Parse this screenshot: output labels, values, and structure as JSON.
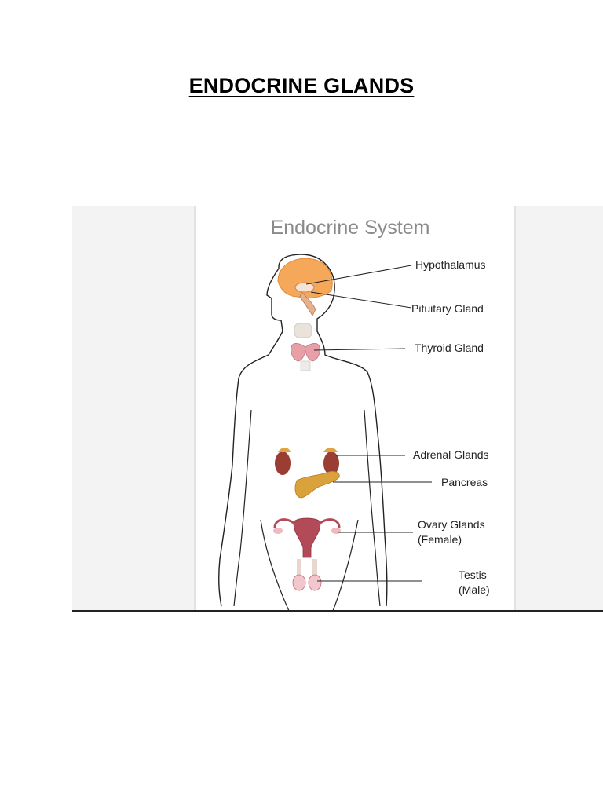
{
  "page": {
    "title": "ENDOCRINE GLANDS"
  },
  "diagram": {
    "title": "Endocrine System",
    "labels": {
      "hypothalamus": "Hypothalamus",
      "pituitary": "Pituitary Gland",
      "thyroid": "Thyroid Gland",
      "adrenal": "Adrenal Glands",
      "pancreas": "Pancreas",
      "ovary_line1": "Ovary Glands",
      "ovary_line2": "(Female)",
      "testis_line1": "Testis",
      "testis_line2": "(Male)"
    }
  },
  "colors": {
    "brain": "#f5a85a",
    "kidney": "#9a3d32",
    "pancreas": "#d9a23a",
    "uterus": "#b24a58",
    "thyroid": "#e7a0a8",
    "testis": "#c06a78"
  }
}
